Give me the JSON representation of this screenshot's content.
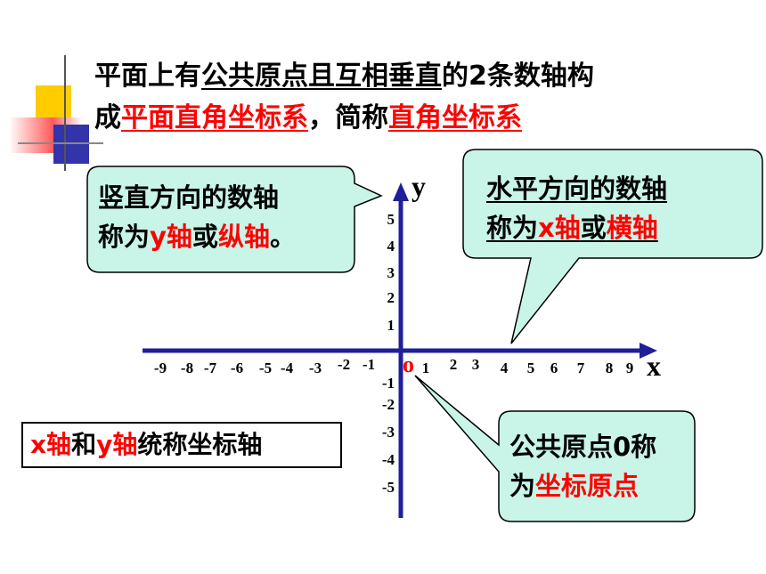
{
  "title": {
    "line1_a": "平面上有",
    "line1_b": "公共原点且互相垂直",
    "line1_c": "的2条数轴构",
    "line2_a": "成",
    "line2_b": "平面直角坐标系",
    "line2_c": "，简称",
    "line2_d": "直角坐标系"
  },
  "bubble_vertical": {
    "line1": "竖直方向的数轴",
    "line2_a": "称为",
    "line2_b": "y轴",
    "line2_c": "或",
    "line2_d": "纵轴",
    "line2_e": "。"
  },
  "bubble_horizontal": {
    "line1": "水平方向的数轴",
    "line2_a": "称为",
    "line2_b": "x轴",
    "line2_c": "或",
    "line2_d": "横轴"
  },
  "bubble_origin": {
    "line1": "公共原点0称",
    "line2_a": "为",
    "line2_b": "坐标原点"
  },
  "axes_box": {
    "part1": "x轴",
    "part2": "和",
    "part3": "y轴",
    "part4": "统称坐标轴"
  },
  "axes": {
    "x_name": "x",
    "y_name": "y",
    "origin": "o",
    "x_ticks": [
      "-9",
      "-8",
      "-7",
      "-6",
      "-5",
      "-4",
      "-3",
      "-2",
      "-1",
      "1",
      "2",
      "3",
      "4",
      "5",
      "6",
      "7",
      "8",
      "9"
    ],
    "y_ticks": [
      "5",
      "4",
      "3",
      "2",
      "1",
      "-1",
      "-2",
      "-3",
      "-4",
      "-5"
    ]
  },
  "colors": {
    "axis": "#1f1f9a",
    "bubble_fill": "#c8f5e8",
    "emphasis": "#ff0000"
  }
}
